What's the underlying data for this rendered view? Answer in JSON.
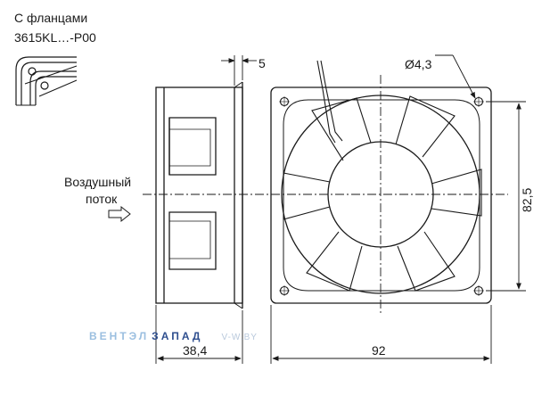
{
  "header": {
    "line1": "С фланцами",
    "line2": "3615KL…-P00"
  },
  "airflow": {
    "line1": "Воздушный",
    "line2": "поток"
  },
  "dimensions": {
    "flange_thickness": "5",
    "hole_diameter": "Ø4,3",
    "hole_spacing": "82,5",
    "depth": "38,4",
    "width": "92"
  },
  "watermark": {
    "brand_part1": "ВЕНТЭЛ",
    "brand_part2": "ЗАПАД",
    "site": "V-W.BY",
    "color1": "#9bbfe0",
    "color2": "#2f4f8f",
    "color3": "#b9c9dc"
  }
}
